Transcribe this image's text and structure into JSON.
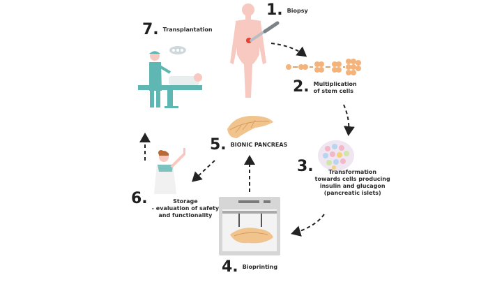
{
  "steps": [
    {
      "num": "1.",
      "lines": [
        "Biopsy"
      ]
    },
    {
      "num": "2.",
      "lines": [
        "Multiplication",
        "of stem cells"
      ]
    },
    {
      "num": "3.",
      "lines": [
        "Transformation",
        "towards cells producing",
        "insulin and glucagon",
        "(pancreatic islets)"
      ]
    },
    {
      "num": "4.",
      "lines": [
        "Bioprinting"
      ]
    },
    {
      "num": "5.",
      "lines": [
        "BIONIC PANCREAS"
      ]
    },
    {
      "num": "6.",
      "lines": [
        "Storage",
        "- evaluation of safety",
        "and functionality"
      ]
    },
    {
      "num": "7.",
      "lines": [
        "Transplantation"
      ]
    }
  ],
  "colors": {
    "skin": "#f7c9c0",
    "teal": "#5fb7b3",
    "pancreas": "#f1c48e",
    "pancreas_dark": "#d79a5b",
    "cell": "#f3b37a",
    "printer": "#d6d6d6",
    "arrow": "#222222"
  }
}
